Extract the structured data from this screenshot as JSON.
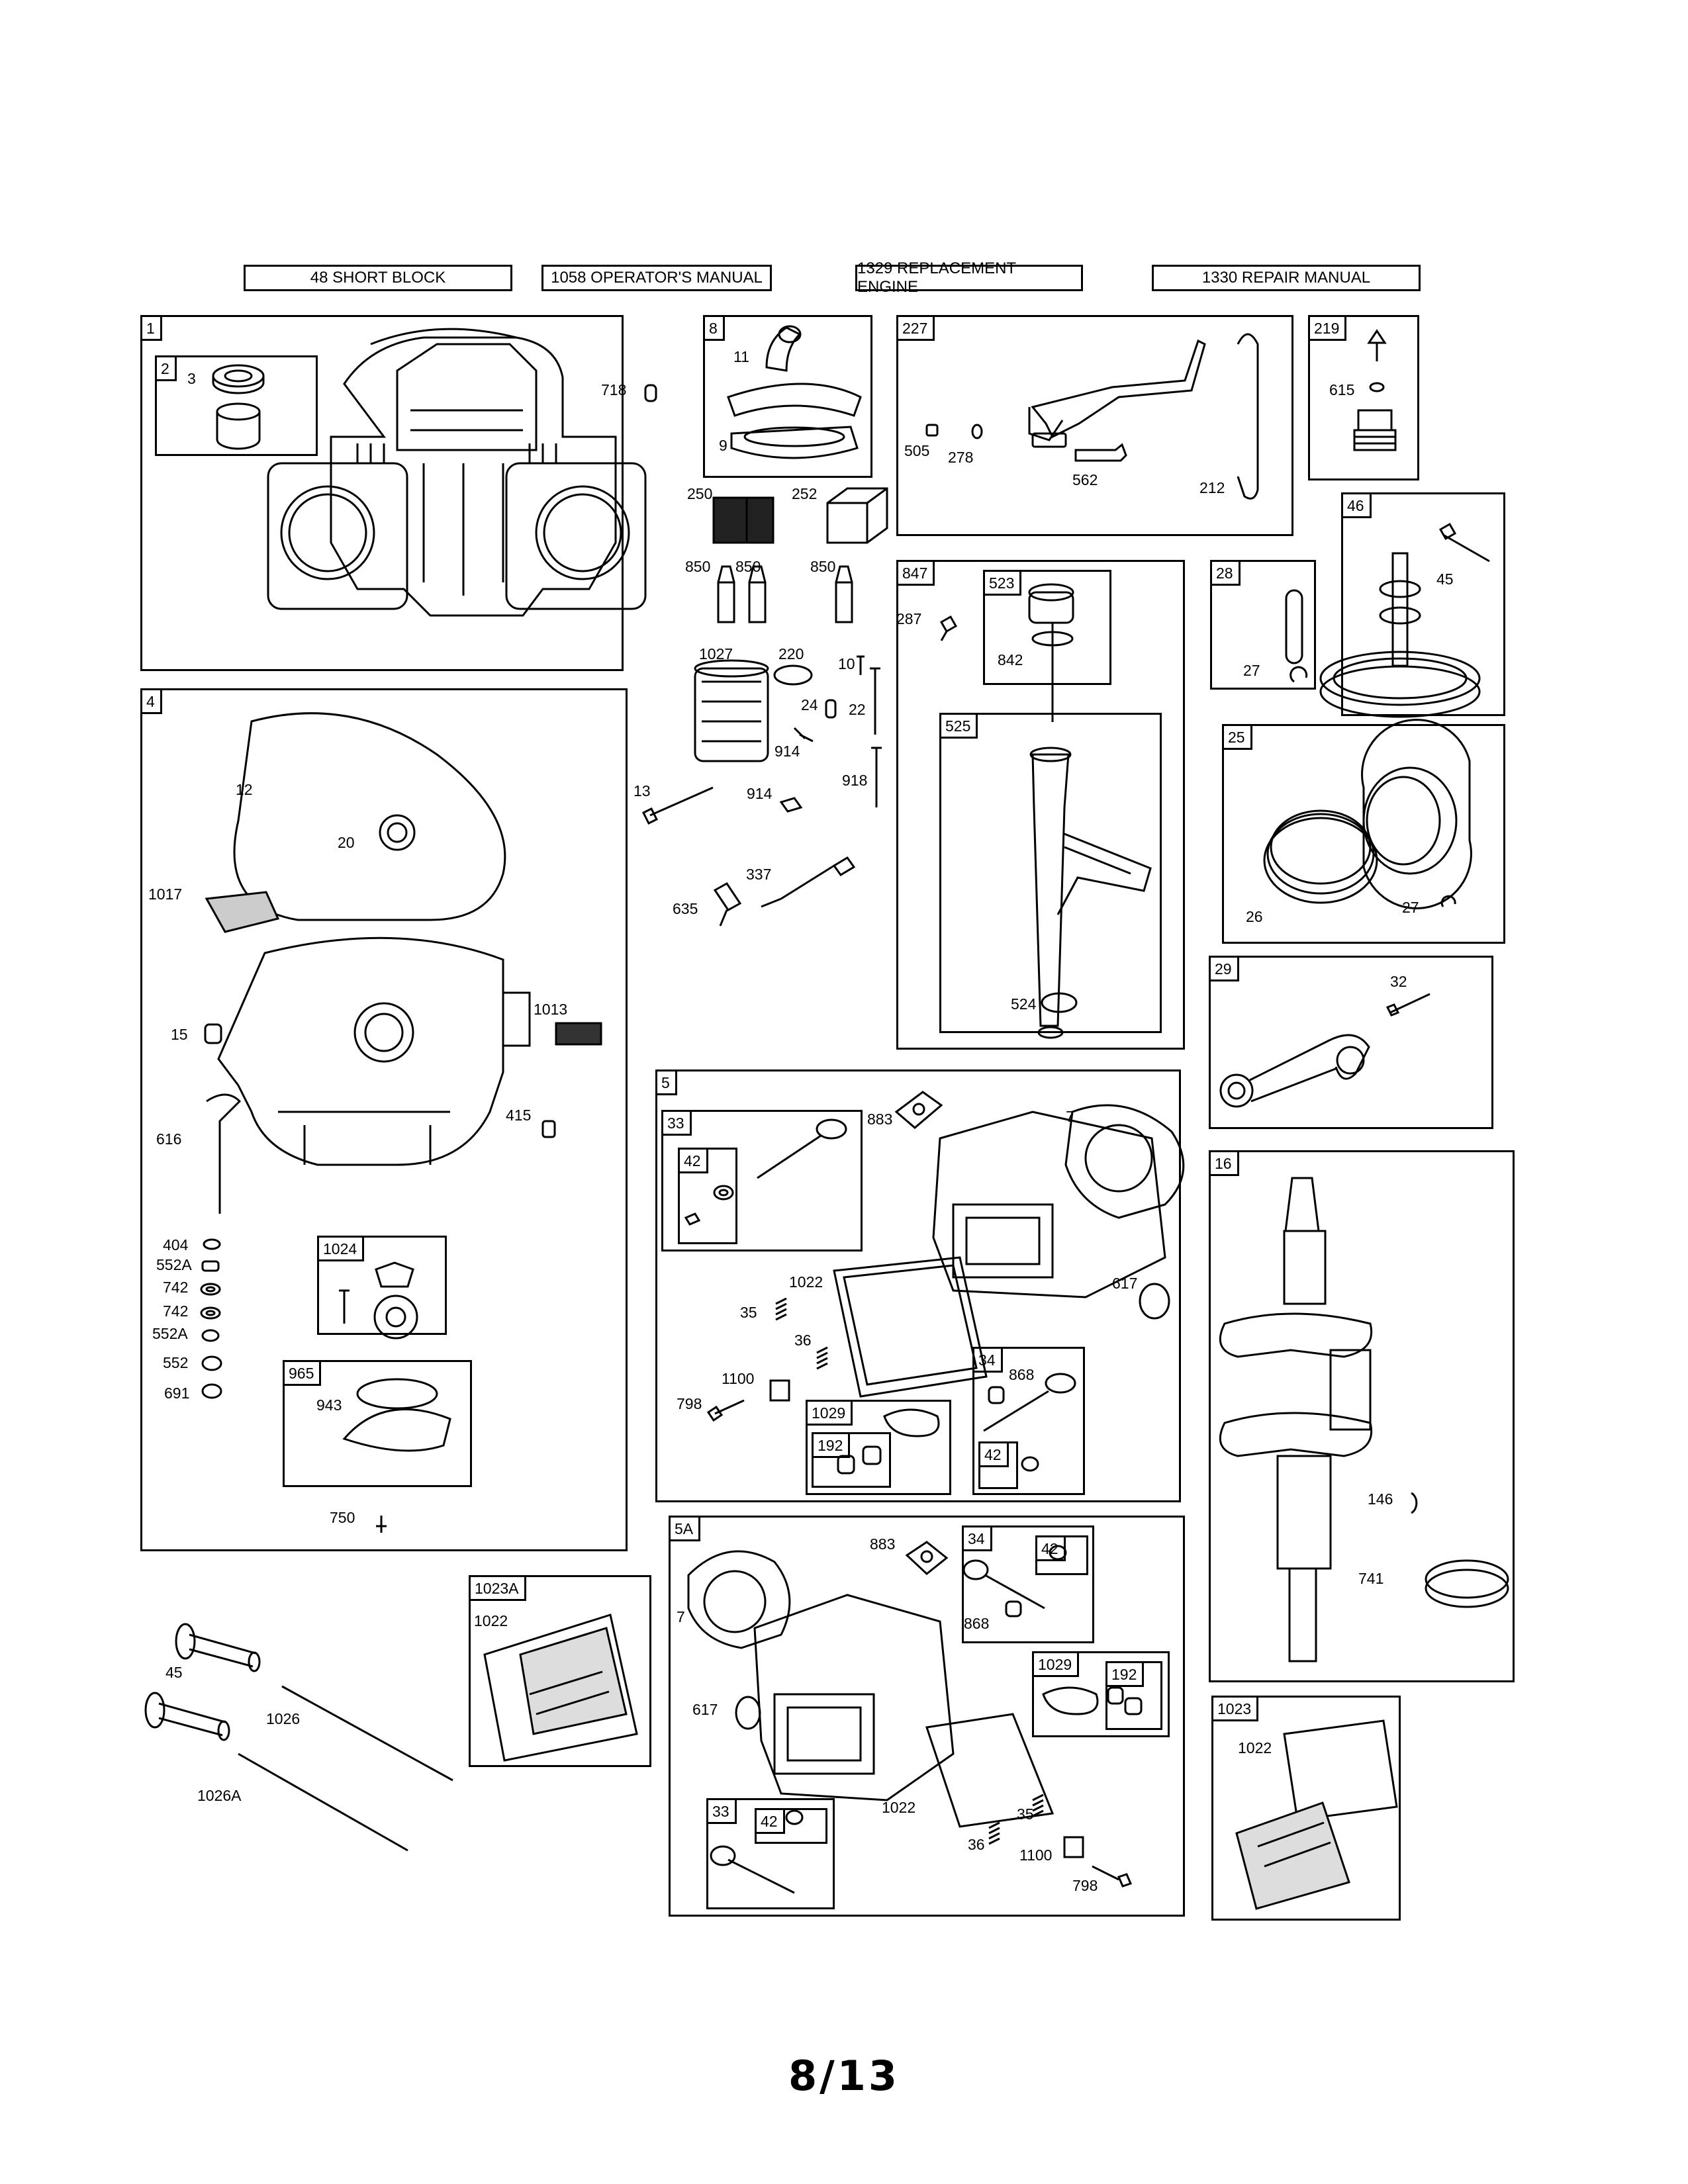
{
  "header": {
    "links": [
      {
        "label": "48 SHORT BLOCK"
      },
      {
        "label": "1058 OPERATOR'S MANUAL"
      },
      {
        "label": "1329 REPLACEMENT ENGINE"
      },
      {
        "label": "1330 REPAIR MANUAL"
      }
    ]
  },
  "groups": {
    "g1": "1",
    "g2": "2",
    "g8": "8",
    "g227": "227",
    "g219": "219",
    "g46": "46",
    "g28": "28",
    "g847": "847",
    "g523": "523",
    "g525": "525",
    "g25": "25",
    "g29": "29",
    "g4": "4",
    "g1024": "1024",
    "g965": "965",
    "g5": "5",
    "g33": "33",
    "g42": "42",
    "g34": "34",
    "g1029": "1029",
    "g192": "192",
    "g42b": "42",
    "g16": "16",
    "g5a": "5A",
    "g34a": "34",
    "g42c": "42",
    "g1029a": "1029",
    "g192a": "192",
    "g33a": "33",
    "g42d": "42",
    "g1023a": "1023A",
    "g1023": "1023"
  },
  "callouts": {
    "c3": "3",
    "c718": "718",
    "c11": "11",
    "c9": "9",
    "c505": "505",
    "c278": "278",
    "c562": "562",
    "c212": "212",
    "c615": "615",
    "c250": "250",
    "c252": "252",
    "c850a": "850",
    "c850b": "850",
    "c850c": "850",
    "c1027": "1027",
    "c220": "220",
    "c10": "10",
    "c24": "24",
    "c22": "22",
    "c914a": "914",
    "c918": "918",
    "c13": "13",
    "c914b": "914",
    "c337": "337",
    "c635": "635",
    "c287": "287",
    "c842": "842",
    "c524": "524",
    "c45a": "45",
    "c27a": "27",
    "c26": "26",
    "c27b": "27",
    "c32": "32",
    "c12": "12",
    "c20": "20",
    "c1017": "1017",
    "c1013": "1013",
    "c15": "15",
    "c415": "415",
    "c616": "616",
    "c404": "404",
    "c552a1": "552A",
    "c742a": "742",
    "c742b": "742",
    "c552a2": "552A",
    "c552": "552",
    "c691": "691",
    "c943": "943",
    "c750": "750",
    "c883a": "883",
    "c7a": "7",
    "c1022a": "1022",
    "c617a": "617",
    "c35a": "35",
    "c36a": "36",
    "c1100a": "1100",
    "c798a": "798",
    "c868a": "868",
    "c146": "146",
    "c741": "741",
    "c883b": "883",
    "c7b": "7",
    "c868b": "868",
    "c617b": "617",
    "c1022b": "1022",
    "c35b": "35",
    "c36b": "36",
    "c1100b": "1100",
    "c798b": "798",
    "c45b": "45",
    "c1026": "1026",
    "c1026a": "1026A",
    "c1022c": "1022",
    "c1022d": "1022"
  },
  "page_number": "8/13"
}
